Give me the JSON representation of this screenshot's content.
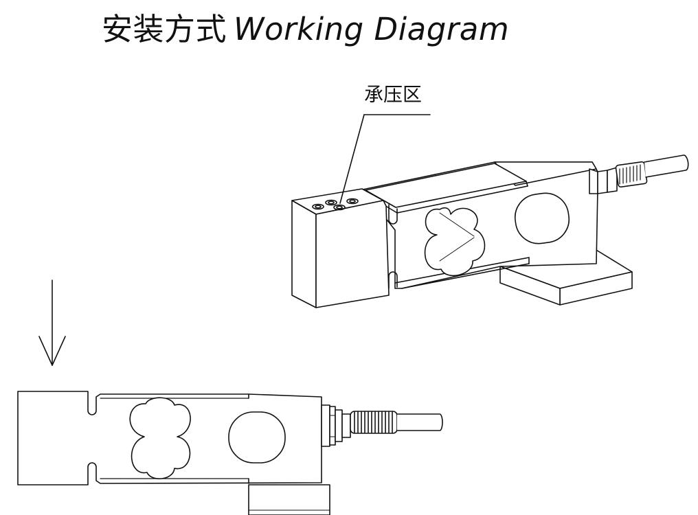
{
  "title": {
    "zh": "安装方式",
    "en": "Working Diagram"
  },
  "callout": {
    "label": "承压区"
  },
  "colors": {
    "line": "#111111",
    "background": "#ffffff"
  }
}
